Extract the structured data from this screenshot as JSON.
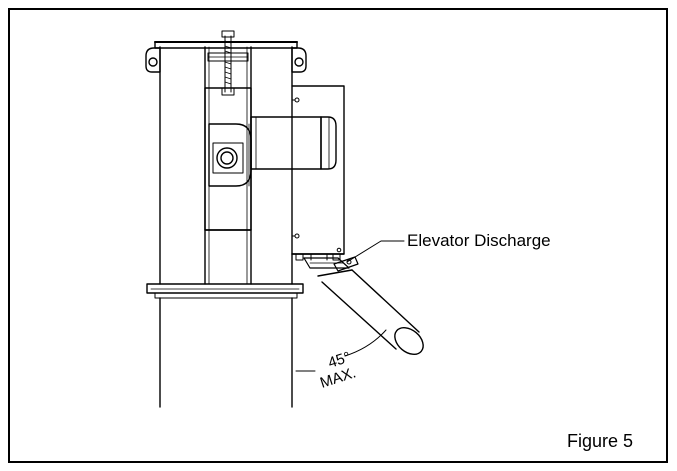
{
  "figure": {
    "callout_label": "Elevator Discharge",
    "figure_label": "Figure 5",
    "angle_value": "45°",
    "angle_qualifier": "MAX."
  },
  "colors": {
    "line": "#000000",
    "background": "#ffffff"
  }
}
